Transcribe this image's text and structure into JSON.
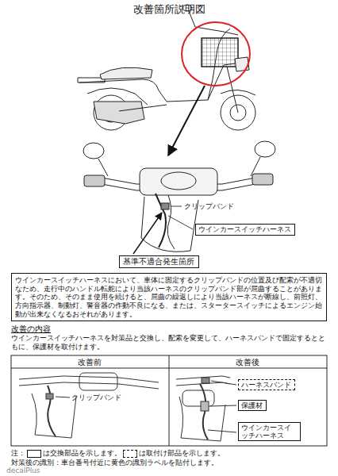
{
  "diagram": {
    "title": "改善箇所説明図",
    "nodes": [
      {
        "text": [
          "ウインカースイッチハーネス"
        ]
      },
      {
        "text": [
          "基準不適合発生箇所"
        ]
      },
      {
        "text": [
          "ウインカースイッチハーネスにおいて、車体に固定するクリップバンドの位置及び配索が不適切なため、走行中のハンドル転舵により当該ハーネスのクリップバンド部が屈曲することがあります。そのため、そのまま使用を続けると、屈曲の繰返しにより当該ハーネスが断線し、前照灯、方向指示器、制動灯、警音器の作動不良になる、または、スタータースイッチによるエンジン始動が出来なくなるおそれがあります。"
        ]
      },
      {
        "text": [
          "ハーネスバンド"
        ]
      },
      {
        "text": [
          "保護材"
        ]
      },
      {
        "text": [
          "ウインカースイッチハーネス"
        ]
      }
    ],
    "labels": [
      "クリップバンド",
      "改善の内容",
      "ウインカースイッチハーネスを対策品と交換し、配索を変更して、ハーネスバンドで固定するとともに、保護材を取付けます。",
      "改善前",
      "改善後",
      "クリップバンド",
      "注：",
      "は交換部品を示します。",
      "は取付け部品を示します。",
      "対策後の識別：車台番号付近に黄色の識別ラベルを貼付します。",
      "decalPlus"
    ]
  }
}
